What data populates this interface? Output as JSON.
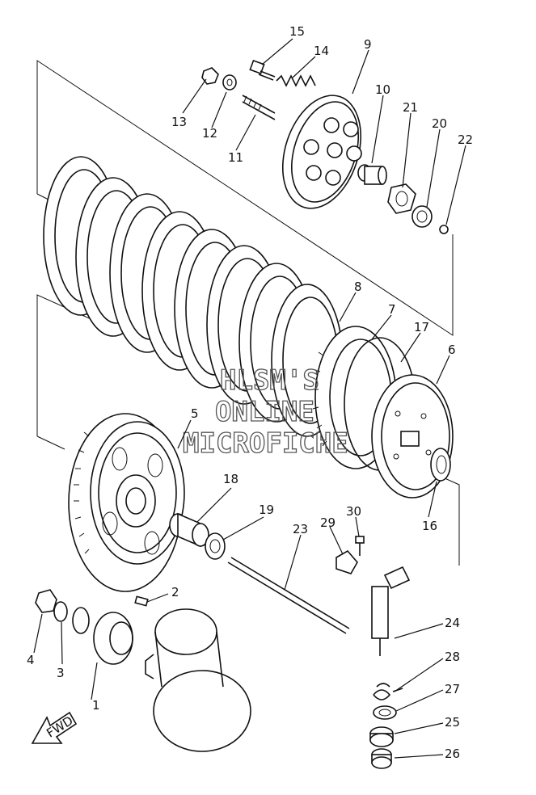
{
  "watermark": {
    "line1": "HLSM'S",
    "line2": "ONLINE",
    "line3": "MICROFICHE"
  },
  "fwd_label": "FWD",
  "callouts": [
    "1",
    "2",
    "3",
    "4",
    "5",
    "6",
    "7",
    "8",
    "9",
    "10",
    "11",
    "12",
    "13",
    "14",
    "15",
    "16",
    "17",
    "18",
    "19",
    "20",
    "21",
    "22",
    "23",
    "24",
    "25",
    "26",
    "27",
    "28",
    "29",
    "30"
  ]
}
